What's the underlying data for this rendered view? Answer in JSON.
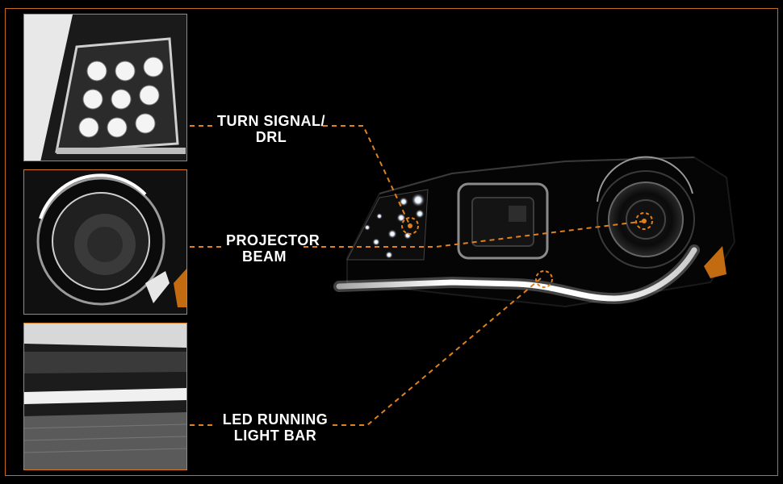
{
  "callouts": [
    {
      "id": "turn-signal",
      "line1": "TURN SIGNAL/",
      "line2": "DRL"
    },
    {
      "id": "projector",
      "line1": "PROJECTOR",
      "line2": "BEAM"
    },
    {
      "id": "led-bar",
      "line1": "LED RUNNING",
      "line2": "LIGHT BAR"
    }
  ],
  "colors": {
    "accent": "#d9791f",
    "background": "#000000"
  }
}
